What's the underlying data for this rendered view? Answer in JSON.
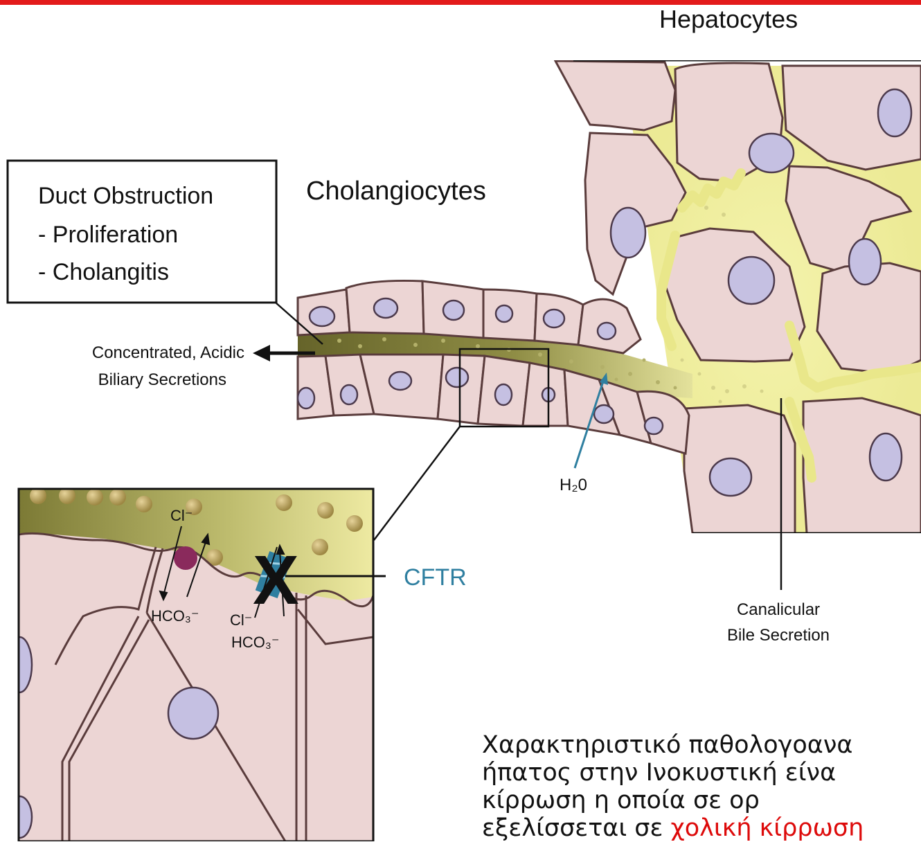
{
  "colors": {
    "top_rule": "#e31b1b",
    "cell_fill": "#ecd5d4",
    "cell_outline": "#5a3c3c",
    "nucleus_fill": "#c5c0e2",
    "bile_yellow": "#f0ef9a",
    "duct_green": "#77742e",
    "cftr_blue": "#2f7fa0",
    "transporter_purple": "#8a2a5c",
    "highlight_red": "#dd0a0a"
  },
  "labels": {
    "hepatocytes": "Hepatocytes",
    "cholangiocytes": "Cholangiocytes",
    "box_title": "Duct Obstruction",
    "box_item1": "- Proliferation",
    "box_item2": "- Cholangitis",
    "secretions_line1": "Concentrated, Acidic",
    "secretions_line2": "Biliary Secretions",
    "water": "H₂0",
    "cftr": "CFTR",
    "canalicular_line1": "Canalicular",
    "canalicular_line2": "Bile Secretion",
    "cl_1": "Cl⁻",
    "hco3_1": "HCO₃⁻",
    "cl_2": "Cl⁻",
    "hco3_2": "HCO₃⁻",
    "blocked_mark": "X"
  },
  "text": {
    "line1": "Χαρακτηριστικό παθολογοανα",
    "line2": "ήπατος στην Ινοκυστική είνα",
    "line3": "κίρρωση η οποία σε ορ",
    "line4_start": "εξελίσσεται σε ",
    "line4_highlight": "χολική κίρρωση"
  }
}
